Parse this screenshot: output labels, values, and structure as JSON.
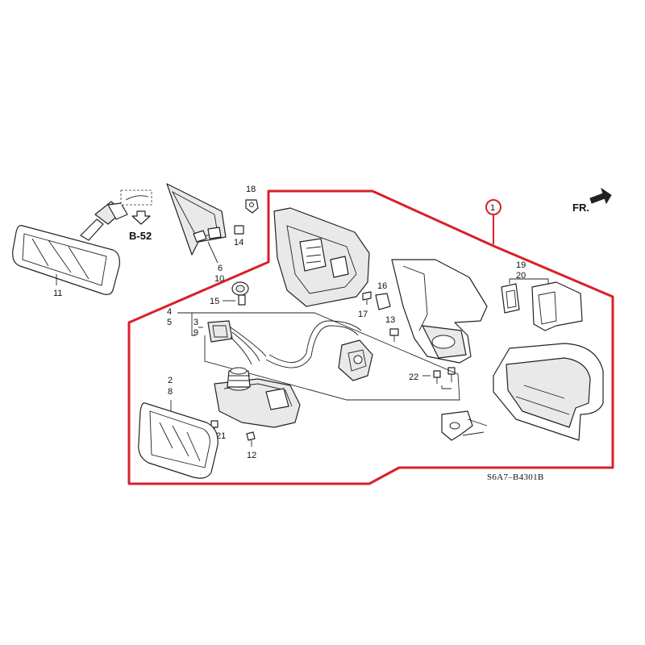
{
  "diagram": {
    "reference_code": "S6A7–B4301B",
    "section_ref": "B-52",
    "direction_label": "FR.",
    "accent_color": "#d8202a",
    "callouts": {
      "c1": "1",
      "c2": "2",
      "c3": "3",
      "c4": "4",
      "c5": "5",
      "c6": "6",
      "c8": "8",
      "c9": "9",
      "c10": "10",
      "c11": "11",
      "c12": "12",
      "c13": "13",
      "c14": "14",
      "c15": "15",
      "c16": "16",
      "c17": "17",
      "c18": "18",
      "c19": "19",
      "c20": "20",
      "c21": "21",
      "c22": "22"
    }
  }
}
